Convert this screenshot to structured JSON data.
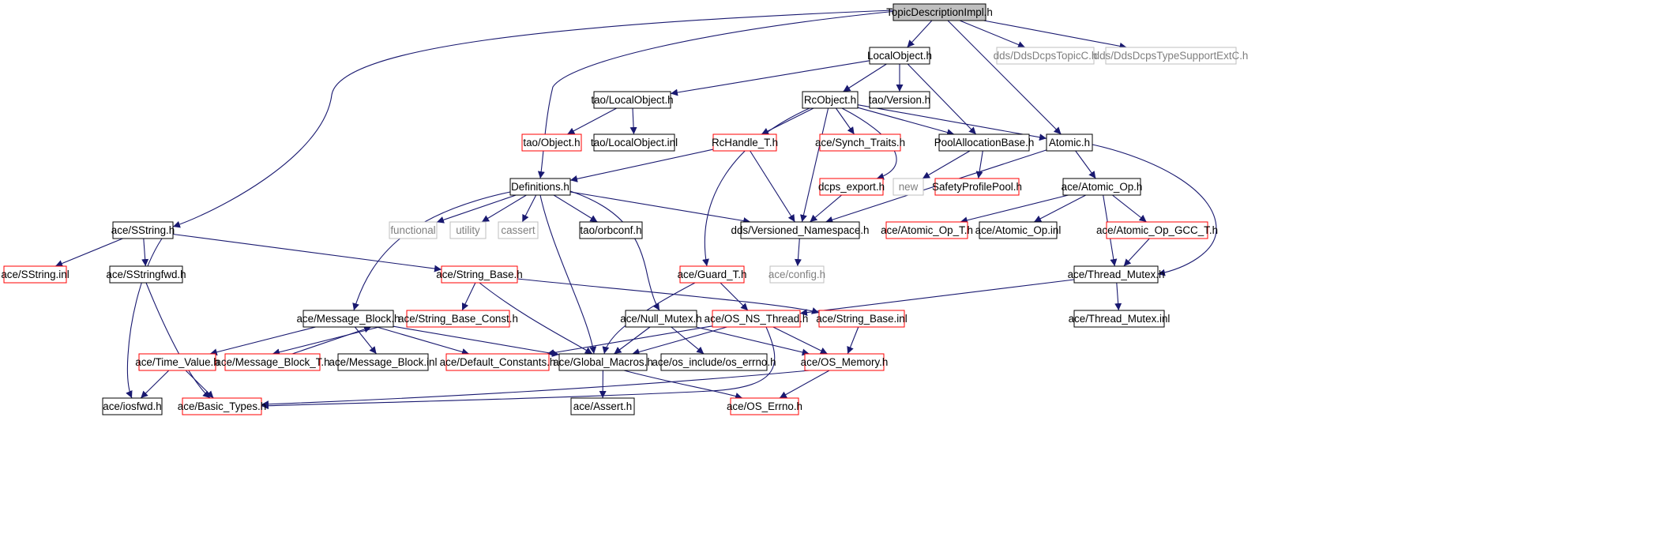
{
  "colors": {
    "edge": "#191970",
    "border_normal": "#000000",
    "border_truncated": "#ff0000",
    "border_external": "#bfbfbf",
    "fill_root": "#bfbfbf",
    "fill_default": "#ffffff",
    "text_normal": "#000000",
    "text_external": "#7f7f7f"
  },
  "nodes": [
    {
      "id": "n0",
      "label": "TopicDescriptionImpl.h",
      "kind": "root"
    },
    {
      "id": "n1",
      "label": "LocalObject.h",
      "kind": "normal"
    },
    {
      "id": "n2",
      "label": "dds/DdsDcpsTopicC.h",
      "kind": "external"
    },
    {
      "id": "n3",
      "label": "dds/DdsDcpsTypeSupportExtC.h",
      "kind": "external"
    },
    {
      "id": "n4",
      "label": "tao/LocalObject.h",
      "kind": "normal"
    },
    {
      "id": "n5",
      "label": "RcObject.h",
      "kind": "normal"
    },
    {
      "id": "n6",
      "label": "tao/Version.h",
      "kind": "normal"
    },
    {
      "id": "n7",
      "label": "tao/Object.h",
      "kind": "truncated"
    },
    {
      "id": "n8",
      "label": "tao/LocalObject.inl",
      "kind": "normal"
    },
    {
      "id": "n9",
      "label": "RcHandle_T.h",
      "kind": "truncated"
    },
    {
      "id": "n10",
      "label": "ace/Synch_Traits.h",
      "kind": "truncated"
    },
    {
      "id": "n11",
      "label": "PoolAllocationBase.h",
      "kind": "normal"
    },
    {
      "id": "n12",
      "label": "Atomic.h",
      "kind": "normal"
    },
    {
      "id": "n13",
      "label": "Definitions.h",
      "kind": "normal"
    },
    {
      "id": "n14",
      "label": "dcps_export.h",
      "kind": "truncated"
    },
    {
      "id": "n15",
      "label": "new",
      "kind": "external"
    },
    {
      "id": "n16",
      "label": "SafetyProfilePool.h",
      "kind": "truncated"
    },
    {
      "id": "n17",
      "label": "ace/Atomic_Op.h",
      "kind": "normal"
    },
    {
      "id": "n18",
      "label": "ace/SString.h",
      "kind": "normal"
    },
    {
      "id": "n19",
      "label": "functional",
      "kind": "external"
    },
    {
      "id": "n20",
      "label": "utility",
      "kind": "external"
    },
    {
      "id": "n21",
      "label": "cassert",
      "kind": "external"
    },
    {
      "id": "n22",
      "label": "tao/orbconf.h",
      "kind": "normal"
    },
    {
      "id": "n23",
      "label": "dds/Versioned_Namespace.h",
      "kind": "normal"
    },
    {
      "id": "n24",
      "label": "ace/Atomic_Op_T.h",
      "kind": "truncated"
    },
    {
      "id": "n25",
      "label": "ace/Atomic_Op.inl",
      "kind": "normal"
    },
    {
      "id": "n26",
      "label": "ace/Atomic_Op_GCC_T.h",
      "kind": "truncated"
    },
    {
      "id": "n27",
      "label": "ace/SString.inl",
      "kind": "truncated"
    },
    {
      "id": "n28",
      "label": "ace/SStringfwd.h",
      "kind": "normal"
    },
    {
      "id": "n29",
      "label": "ace/String_Base.h",
      "kind": "truncated"
    },
    {
      "id": "n30",
      "label": "ace/config.h",
      "kind": "external"
    },
    {
      "id": "n31",
      "label": "ace/Guard_T.h",
      "kind": "truncated"
    },
    {
      "id": "n32",
      "label": "ace/Thread_Mutex.h",
      "kind": "normal"
    },
    {
      "id": "n33",
      "label": "ace/Message_Block.h",
      "kind": "normal"
    },
    {
      "id": "n34",
      "label": "ace/String_Base_Const.h",
      "kind": "truncated"
    },
    {
      "id": "n35",
      "label": "ace/Null_Mutex.h",
      "kind": "normal"
    },
    {
      "id": "n36",
      "label": "ace/OS_NS_Thread.h",
      "kind": "truncated"
    },
    {
      "id": "n37",
      "label": "ace/String_Base.inl",
      "kind": "truncated"
    },
    {
      "id": "n38",
      "label": "ace/Thread_Mutex.inl",
      "kind": "normal"
    },
    {
      "id": "n39",
      "label": "ace/Time_Value.h",
      "kind": "truncated"
    },
    {
      "id": "n40",
      "label": "ace/Message_Block_T.h",
      "kind": "truncated"
    },
    {
      "id": "n41",
      "label": "ace/Message_Block.inl",
      "kind": "normal"
    },
    {
      "id": "n42",
      "label": "ace/Default_Constants.h",
      "kind": "truncated"
    },
    {
      "id": "n43",
      "label": "ace/Global_Macros.h",
      "kind": "normal"
    },
    {
      "id": "n44",
      "label": "ace/os_include/os_errno.h",
      "kind": "normal"
    },
    {
      "id": "n45",
      "label": "ace/OS_Memory.h",
      "kind": "truncated"
    },
    {
      "id": "n46",
      "label": "ace/iosfwd.h",
      "kind": "normal"
    },
    {
      "id": "n47",
      "label": "ace/Basic_Types.h",
      "kind": "truncated"
    },
    {
      "id": "n48",
      "label": "ace/Assert.h",
      "kind": "normal"
    },
    {
      "id": "n49",
      "label": "ace/OS_Errno.h",
      "kind": "truncated"
    }
  ],
  "edges": [
    [
      "n0",
      "n1"
    ],
    [
      "n0",
      "n2"
    ],
    [
      "n0",
      "n3"
    ],
    [
      "n0",
      "n12"
    ],
    [
      "n0",
      "n13"
    ],
    [
      "n0",
      "n18"
    ],
    [
      "n1",
      "n4"
    ],
    [
      "n1",
      "n5"
    ],
    [
      "n1",
      "n6"
    ],
    [
      "n1",
      "n11"
    ],
    [
      "n4",
      "n7"
    ],
    [
      "n4",
      "n8"
    ],
    [
      "n5",
      "n9"
    ],
    [
      "n5",
      "n10"
    ],
    [
      "n5",
      "n11"
    ],
    [
      "n5",
      "n12"
    ],
    [
      "n5",
      "n14"
    ],
    [
      "n5",
      "n23"
    ],
    [
      "n5",
      "n31"
    ],
    [
      "n9",
      "n13"
    ],
    [
      "n9",
      "n23"
    ],
    [
      "n11",
      "n15"
    ],
    [
      "n11",
      "n16"
    ],
    [
      "n12",
      "n17"
    ],
    [
      "n12",
      "n23"
    ],
    [
      "n12",
      "n32"
    ],
    [
      "n13",
      "n19"
    ],
    [
      "n13",
      "n20"
    ],
    [
      "n13",
      "n21"
    ],
    [
      "n13",
      "n22"
    ],
    [
      "n13",
      "n23"
    ],
    [
      "n13",
      "n33"
    ],
    [
      "n13",
      "n35"
    ],
    [
      "n13",
      "n43"
    ],
    [
      "n14",
      "n23"
    ],
    [
      "n17",
      "n24"
    ],
    [
      "n17",
      "n25"
    ],
    [
      "n17",
      "n26"
    ],
    [
      "n17",
      "n32"
    ],
    [
      "n26",
      "n32"
    ],
    [
      "n23",
      "n30"
    ],
    [
      "n18",
      "n27"
    ],
    [
      "n18",
      "n28"
    ],
    [
      "n18",
      "n29"
    ],
    [
      "n18",
      "n46"
    ],
    [
      "n28",
      "n47"
    ],
    [
      "n29",
      "n34"
    ],
    [
      "n29",
      "n37"
    ],
    [
      "n29",
      "n43"
    ],
    [
      "n31",
      "n36"
    ],
    [
      "n31",
      "n43"
    ],
    [
      "n32",
      "n36"
    ],
    [
      "n32",
      "n38"
    ],
    [
      "n33",
      "n39"
    ],
    [
      "n33",
      "n40"
    ],
    [
      "n33",
      "n41"
    ],
    [
      "n33",
      "n42"
    ],
    [
      "n33",
      "n43"
    ],
    [
      "n40",
      "n33"
    ],
    [
      "n35",
      "n43"
    ],
    [
      "n35",
      "n44"
    ],
    [
      "n35",
      "n45"
    ],
    [
      "n36",
      "n42"
    ],
    [
      "n36",
      "n43"
    ],
    [
      "n36",
      "n45"
    ],
    [
      "n36",
      "n47"
    ],
    [
      "n37",
      "n45"
    ],
    [
      "n39",
      "n46"
    ],
    [
      "n39",
      "n47"
    ],
    [
      "n43",
      "n48"
    ],
    [
      "n43",
      "n49"
    ],
    [
      "n45",
      "n47"
    ],
    [
      "n45",
      "n49"
    ]
  ]
}
